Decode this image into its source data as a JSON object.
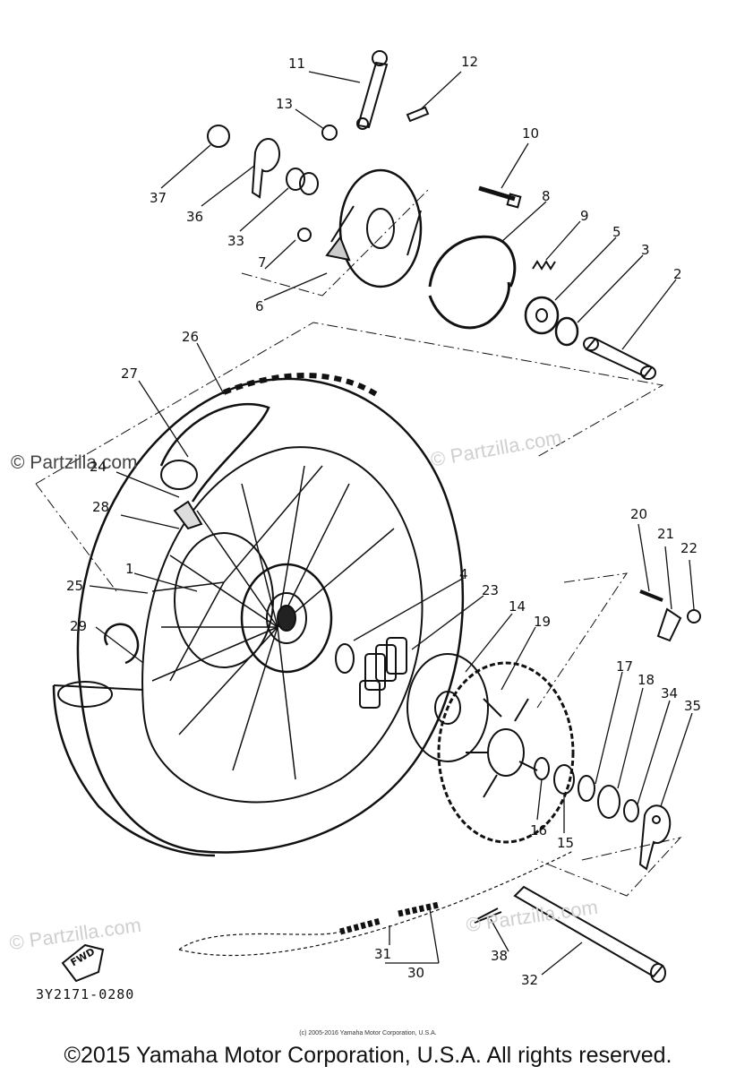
{
  "watermarks": {
    "main": "© Partzilla.com",
    "faint": "© Partzilla.com"
  },
  "callouts": {
    "p1": "1",
    "p2": "2",
    "p3": "3",
    "p4": "4",
    "p5": "5",
    "p6": "6",
    "p7": "7",
    "p8": "8",
    "p9": "9",
    "p10": "10",
    "p11": "11",
    "p12": "12",
    "p13": "13",
    "p14": "14",
    "p15": "15",
    "p16": "16",
    "p17": "17",
    "p18": "18",
    "p19": "19",
    "p20": "20",
    "p21": "21",
    "p22": "22",
    "p23": "23",
    "p24": "24",
    "p25": "25",
    "p26": "26",
    "p27": "27",
    "p28": "28",
    "p29": "29",
    "p30": "30",
    "p31": "31",
    "p32": "32",
    "p33": "33",
    "p34": "34",
    "p35": "35",
    "p36": "36",
    "p37": "37",
    "p38": "38"
  },
  "fwd_label": "FWD",
  "diagram_code": "3Y2171-0280",
  "small_copyright": "(c) 2005-2016 Yamaha Motor Corporation, U.S.A.",
  "footer_copyright": "©2015 Yamaha Motor Corporation, U.S.A. All rights reserved."
}
